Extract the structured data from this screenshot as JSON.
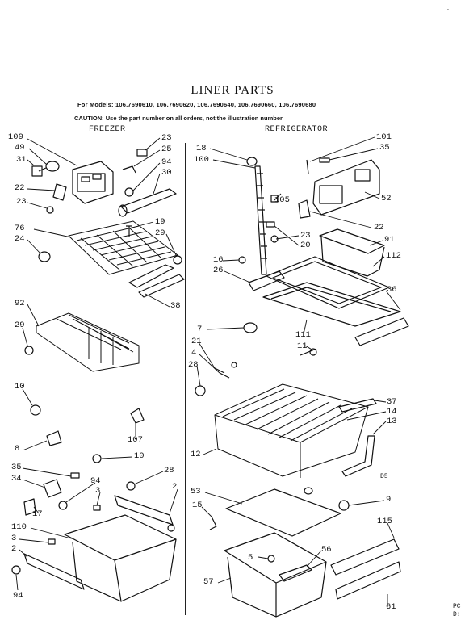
{
  "header": {
    "title": "LINER PARTS",
    "models": "For Models: 106.7690610, 106.7690620, 106.7690640, 106.7690660, 106.7690680",
    "caution": "CAUTION: Use the part number on all orders, not the illustration number"
  },
  "sections": {
    "freezer": "FREEZER",
    "refrigerator": "REFRIGERATOR"
  },
  "callouts": [
    {
      "id": "109",
      "text": "109"
    },
    {
      "id": "49",
      "text": "49"
    },
    {
      "id": "31",
      "text": "31"
    },
    {
      "id": "22a",
      "text": "22"
    },
    {
      "id": "23a",
      "text": "23"
    },
    {
      "id": "23b",
      "text": "23"
    },
    {
      "id": "25",
      "text": "25"
    },
    {
      "id": "94a",
      "text": "94"
    },
    {
      "id": "30",
      "text": "30"
    },
    {
      "id": "19",
      "text": "19"
    },
    {
      "id": "76",
      "text": "76"
    },
    {
      "id": "24",
      "text": "24"
    },
    {
      "id": "29a",
      "text": "29"
    },
    {
      "id": "38",
      "text": "38"
    },
    {
      "id": "92",
      "text": "92"
    },
    {
      "id": "29b",
      "text": "29"
    },
    {
      "id": "10a",
      "text": "10"
    },
    {
      "id": "107",
      "text": "107"
    },
    {
      "id": "8",
      "text": "8"
    },
    {
      "id": "10b",
      "text": "10"
    },
    {
      "id": "35a",
      "text": "35"
    },
    {
      "id": "34",
      "text": "34"
    },
    {
      "id": "94b",
      "text": "94"
    },
    {
      "id": "3a",
      "text": "3"
    },
    {
      "id": "17",
      "text": "17"
    },
    {
      "id": "28a",
      "text": "28"
    },
    {
      "id": "2a",
      "text": "2"
    },
    {
      "id": "110",
      "text": "110"
    },
    {
      "id": "3b",
      "text": "3"
    },
    {
      "id": "2b",
      "text": "2"
    },
    {
      "id": "94c",
      "text": "94"
    },
    {
      "id": "18",
      "text": "18"
    },
    {
      "id": "100",
      "text": "100"
    },
    {
      "id": "101",
      "text": "101"
    },
    {
      "id": "35b",
      "text": "35"
    },
    {
      "id": "105",
      "text": "105"
    },
    {
      "id": "52",
      "text": "52"
    },
    {
      "id": "22b",
      "text": "22"
    },
    {
      "id": "23c",
      "text": "23"
    },
    {
      "id": "20",
      "text": "20"
    },
    {
      "id": "91",
      "text": "91"
    },
    {
      "id": "112",
      "text": "112"
    },
    {
      "id": "16",
      "text": "16"
    },
    {
      "id": "26",
      "text": "26"
    },
    {
      "id": "36",
      "text": "36"
    },
    {
      "id": "7",
      "text": "7"
    },
    {
      "id": "111",
      "text": "111"
    },
    {
      "id": "11",
      "text": "11"
    },
    {
      "id": "21",
      "text": "21"
    },
    {
      "id": "4",
      "text": "4"
    },
    {
      "id": "28b",
      "text": "28"
    },
    {
      "id": "37",
      "text": "37"
    },
    {
      "id": "14",
      "text": "14"
    },
    {
      "id": "13",
      "text": "13"
    },
    {
      "id": "12",
      "text": "12"
    },
    {
      "id": "d5",
      "text": "D5"
    },
    {
      "id": "53",
      "text": "53"
    },
    {
      "id": "9",
      "text": "9"
    },
    {
      "id": "15",
      "text": "15"
    },
    {
      "id": "115",
      "text": "115"
    },
    {
      "id": "56",
      "text": "56"
    },
    {
      "id": "5",
      "text": "5"
    },
    {
      "id": "57",
      "text": "57"
    },
    {
      "id": "61",
      "text": "61"
    },
    {
      "id": "po",
      "text": "PC"
    },
    {
      "id": "di",
      "text": "D:"
    }
  ]
}
